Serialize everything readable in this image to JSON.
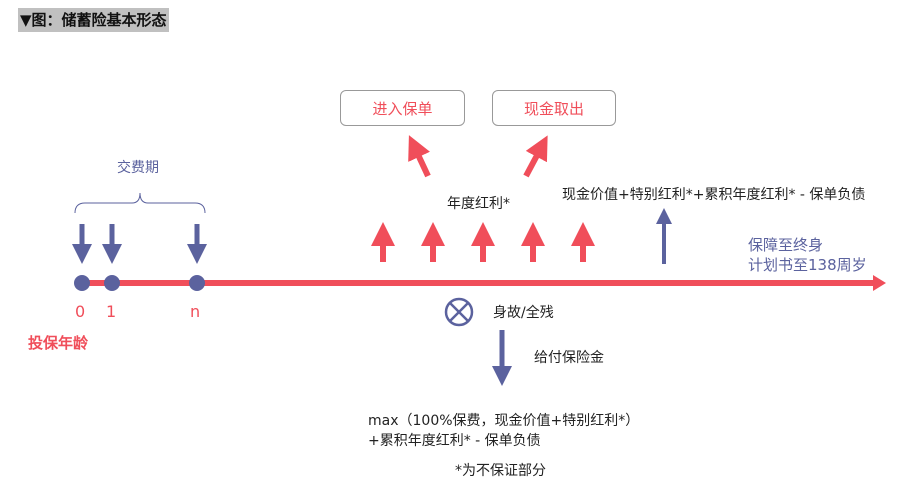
{
  "title": "▼图：储蓄险基本形态",
  "buttons": {
    "enter": "进入保单",
    "withdraw": "现金取出"
  },
  "annual_bonus": "年度红利*",
  "formula_top": "现金价值+特别红利*+累积年度红利* - 保单负债",
  "payment_period": "交费期",
  "ticks": [
    "0",
    "1",
    "n"
  ],
  "insured_age": "投保年龄",
  "death": "身故/全残",
  "payout": "给付保险金",
  "coverage": [
    "保障至终身",
    "计划书至138周岁"
  ],
  "formula_bottom": [
    "max（100%保费，现金价值+特别红利*）",
    "+累积年度红利* - 保单负债"
  ],
  "note": "*为不保证部分",
  "colors": {
    "red": "#f04e5a",
    "purple": "#5b629e"
  }
}
